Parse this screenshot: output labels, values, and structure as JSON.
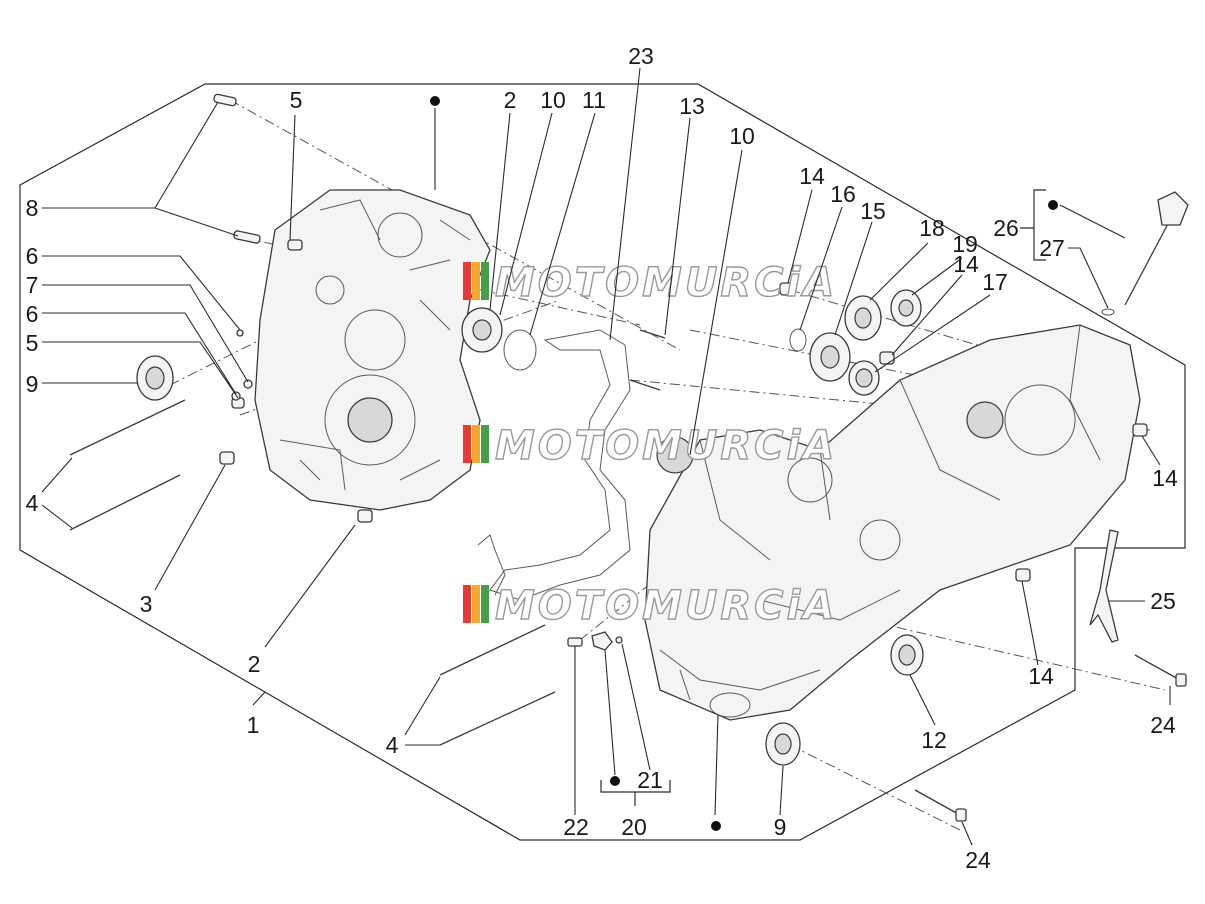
{
  "diagram": {
    "callouts": [
      {
        "id": "c1",
        "text": "1"
      },
      {
        "id": "c2a",
        "text": "2"
      },
      {
        "id": "c2b",
        "text": "2"
      },
      {
        "id": "c3",
        "text": "3"
      },
      {
        "id": "c4a",
        "text": "4"
      },
      {
        "id": "c4b",
        "text": "4"
      },
      {
        "id": "c5a",
        "text": "5"
      },
      {
        "id": "c5b",
        "text": "5"
      },
      {
        "id": "c6a",
        "text": "6"
      },
      {
        "id": "c6b",
        "text": "6"
      },
      {
        "id": "c7",
        "text": "7"
      },
      {
        "id": "c8",
        "text": "8"
      },
      {
        "id": "c9a",
        "text": "9"
      },
      {
        "id": "c9b",
        "text": "9"
      },
      {
        "id": "c10a",
        "text": "10"
      },
      {
        "id": "c10b",
        "text": "10"
      },
      {
        "id": "c11",
        "text": "11"
      },
      {
        "id": "c12",
        "text": "12"
      },
      {
        "id": "c13",
        "text": "13"
      },
      {
        "id": "c14a",
        "text": "14"
      },
      {
        "id": "c14b",
        "text": "14"
      },
      {
        "id": "c14c",
        "text": "14"
      },
      {
        "id": "c14d",
        "text": "14"
      },
      {
        "id": "c15",
        "text": "15"
      },
      {
        "id": "c16",
        "text": "16"
      },
      {
        "id": "c17",
        "text": "17"
      },
      {
        "id": "c18",
        "text": "18"
      },
      {
        "id": "c19",
        "text": "19"
      },
      {
        "id": "c20",
        "text": "20"
      },
      {
        "id": "c21",
        "text": "21"
      },
      {
        "id": "c22",
        "text": "22"
      },
      {
        "id": "c23",
        "text": "23"
      },
      {
        "id": "c24a",
        "text": "24"
      },
      {
        "id": "c24b",
        "text": "24"
      },
      {
        "id": "c25",
        "text": "25"
      },
      {
        "id": "c26",
        "text": "26"
      },
      {
        "id": "c27",
        "text": "27"
      }
    ]
  },
  "watermark": {
    "text": "MOTOMURCiA",
    "colors": [
      "#e53935",
      "#f9a825",
      "#43a047"
    ]
  }
}
